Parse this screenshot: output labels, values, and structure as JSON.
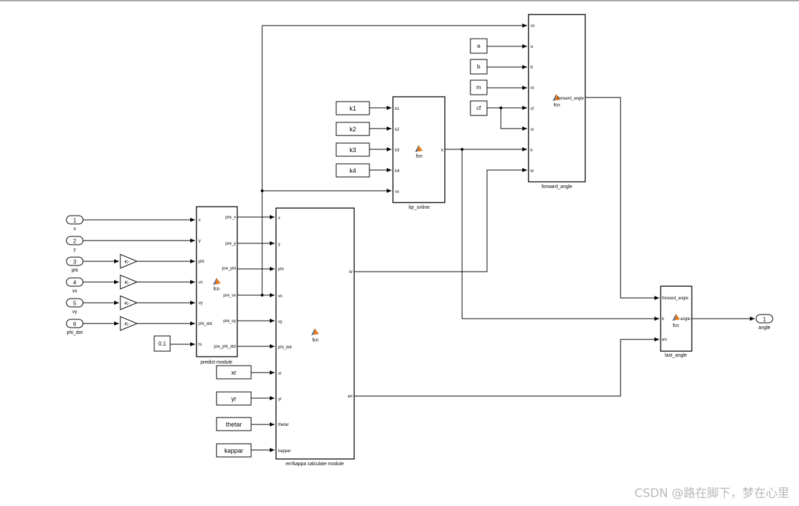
{
  "diagram": {
    "inports": [
      {
        "num": "1",
        "label": "x"
      },
      {
        "num": "2",
        "label": "y"
      },
      {
        "num": "3",
        "label": "phi"
      },
      {
        "num": "4",
        "label": "vx"
      },
      {
        "num": "5",
        "label": "vy"
      },
      {
        "num": "6",
        "label": "phi_dot"
      }
    ],
    "gain_text": "-K-",
    "ts_constant": "0.1",
    "predict": {
      "name": "predict module",
      "icon_text": "fcn",
      "inputs": [
        "x",
        "y",
        "phi",
        "vx",
        "vy",
        "phi_dot",
        "ts"
      ],
      "outputs": [
        "pre_x",
        "pre_y",
        "pre_phi",
        "pre_vx",
        "pre_vy",
        "pre_phi_dot"
      ]
    },
    "err_module": {
      "name": "err/kappa calculate module",
      "icon_text": "fcn",
      "inputs": [
        "x",
        "y",
        "phi",
        "vx",
        "vy",
        "phi_dot",
        "xr",
        "yr",
        "thetar",
        "kappar"
      ],
      "outputs": [
        "kr",
        "err"
      ]
    },
    "ref_constants": [
      "xr",
      "yr",
      "thetar",
      "kappar"
    ],
    "k_constants": [
      "k1",
      "k2",
      "k3",
      "k4"
    ],
    "lqr": {
      "name": "lqr_online",
      "icon_text": "fcn",
      "inputs": [
        "k1",
        "k2",
        "k3",
        "k4",
        "vx"
      ],
      "outputs": [
        "k"
      ]
    },
    "param_constants": [
      "a",
      "b",
      "m",
      "cf"
    ],
    "forward": {
      "name": "forward_angle",
      "icon_text": "fcn",
      "inputs": [
        "vx",
        "a",
        "b",
        "m",
        "cf",
        "cr",
        "k",
        "kr"
      ],
      "outputs": [
        "forward_angle"
      ]
    },
    "last": {
      "name": "last_angle",
      "icon_text": "fcn",
      "inputs": [
        "forward_angle",
        "k",
        "err"
      ],
      "outputs": [
        "angle"
      ]
    },
    "outport": {
      "num": "1",
      "label": "angle"
    }
  },
  "watermark": "CSDN @路在脚下，梦在心里"
}
